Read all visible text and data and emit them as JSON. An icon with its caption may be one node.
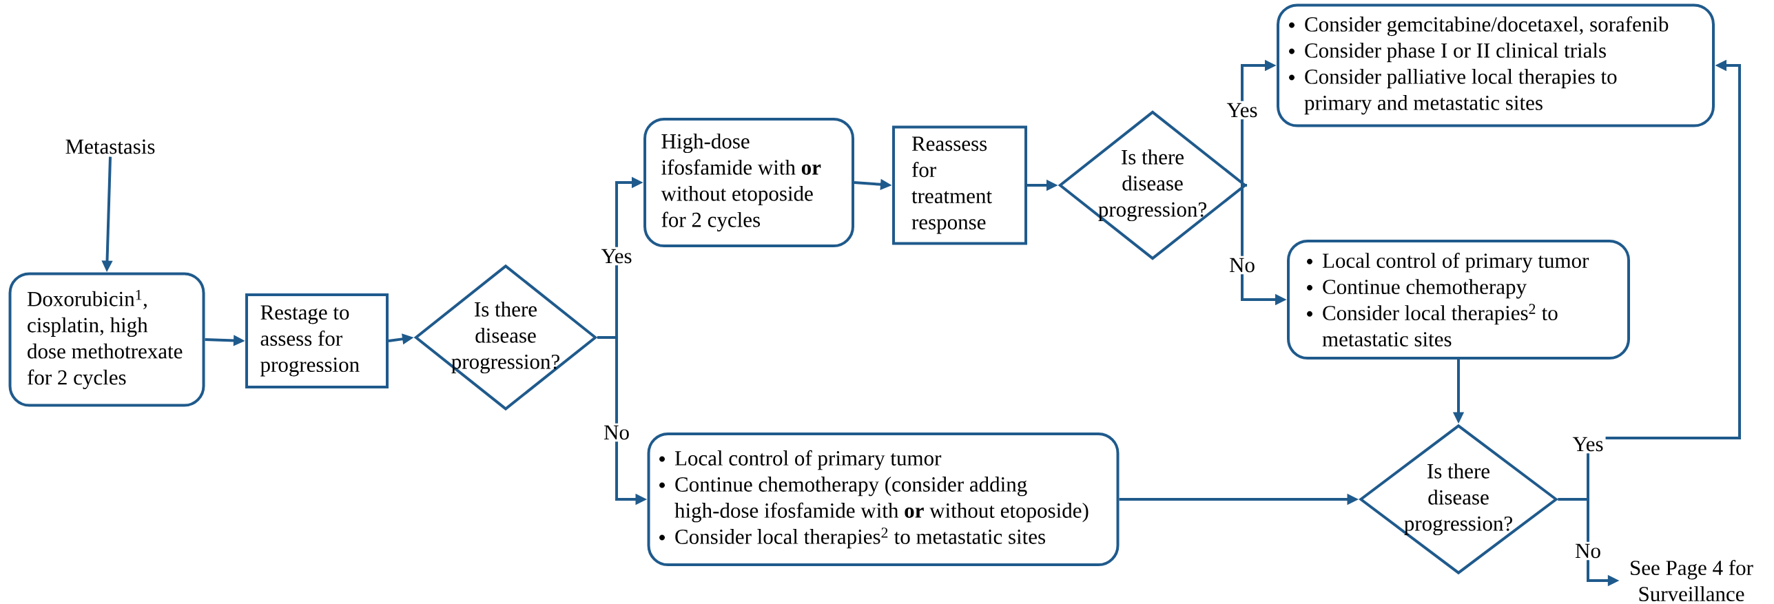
{
  "diagram": {
    "nodes": [
      {
        "text": [
          "Metastasis"
        ]
      },
      {
        "text": [
          "Doxorubicin$^{1}$, cisplatin, high dose methotrexate for 2 cycles"
        ]
      },
      {
        "text": [
          "Restage to assess for progression"
        ]
      },
      {
        "text": [
          "Is there disease progression?"
        ]
      },
      {
        "text": [
          "High-dose ifosfamide with **or** without etoposide for 2 cycles"
        ]
      },
      {
        "text": [
          "Reassess for treatment response"
        ]
      },
      {
        "text": [
          "Is there disease progression?"
        ]
      },
      {
        "text": [
          "Consider gemcitabine/docetaxel, sorafenib",
          "Consider phase I or II clinical trials",
          "Consider palliative local therapies to primary and metastatic sites"
        ]
      },
      {
        "text": [
          "Local control of primary tumor",
          "Continue chemotherapy",
          "Consider local therapies$^{2}$ to metastatic sites"
        ]
      },
      {
        "text": [
          "Local control of primary tumor",
          "Continue chemotherapy (consider adding high-dose ifosfamide with **or** without etoposide)",
          "Consider local therapies$^{2}$ to metastatic sites"
        ]
      },
      {
        "text": [
          "Is there disease progression?"
        ]
      },
      {
        "text": [
          "See Page 4 for Surveillance"
        ]
      }
    ],
    "edges": [
      {
        "from": 0,
        "to": 1,
        "arrow": "to"
      },
      {
        "from": 1,
        "to": 2,
        "arrow": "to"
      },
      {
        "from": 2,
        "to": 3,
        "arrow": "to"
      },
      {
        "from": 3,
        "to": 4,
        "arrow": "to",
        "label": "Yes"
      },
      {
        "from": 3,
        "to": 9,
        "arrow": "to",
        "label": "No"
      },
      {
        "from": 4,
        "to": 5,
        "arrow": "to"
      },
      {
        "from": 5,
        "to": 6,
        "arrow": "to"
      },
      {
        "from": 6,
        "to": 7,
        "arrow": "to",
        "label": "Yes"
      },
      {
        "from": 6,
        "to": 8,
        "arrow": "to",
        "label": "No"
      },
      {
        "from": 8,
        "to": 10,
        "arrow": "to"
      },
      {
        "from": 9,
        "to": 10,
        "arrow": "to"
      },
      {
        "from": 10,
        "to": 7,
        "arrow": "to",
        "label": "Yes"
      },
      {
        "from": 10,
        "to": 11,
        "arrow": "to",
        "label": "No"
      }
    ]
  }
}
